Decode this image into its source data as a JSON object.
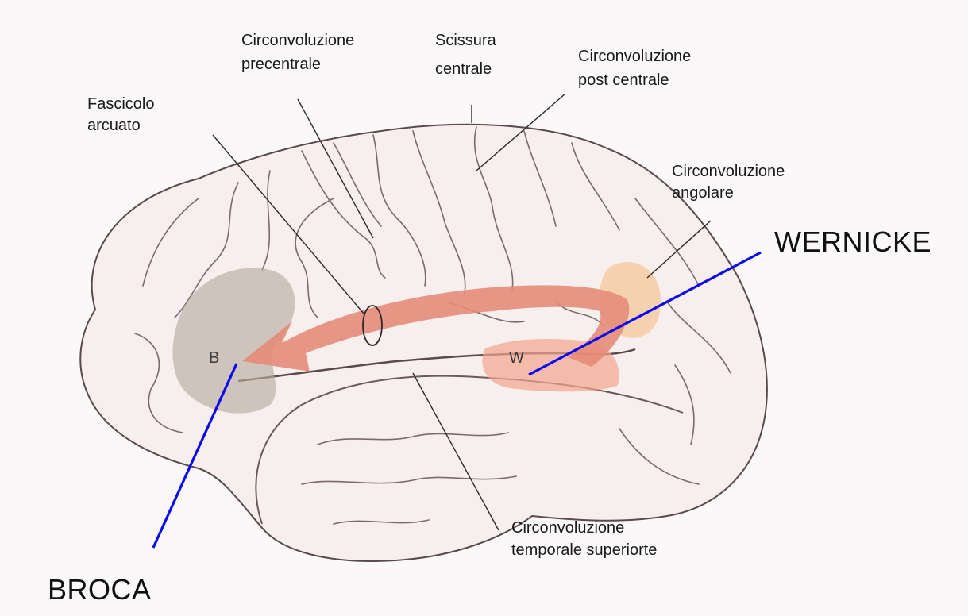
{
  "labels": {
    "precentral_1": "Circonvoluzione",
    "precentral_2": "precentrale",
    "central_1": "Scissura",
    "central_2": "centrale",
    "postcentral_1": "Circonvoluzione",
    "postcentral_2": "post centrale",
    "fascicle_1": "Fascicolo",
    "fascicle_2": "arcuato",
    "angular_1": "Circonvoluzione",
    "angular_2": "angolare",
    "temporal_1": "Circonvoluzione",
    "temporal_2": "temporale superiorte",
    "wernicke": "WERNICKE",
    "broca": "BROCA",
    "area_b": "B",
    "area_w": "W"
  },
  "colors": {
    "background": "#fbf8fa",
    "brain_fill": "#f7eeee",
    "brain_outline": "#5a4a4c",
    "gyri_lines": "#7a6a6c",
    "broca_area": "#b9ad9f",
    "wernicke_area": "#f2a58d",
    "angular_area": "#f6c79a",
    "fascicle_arrow": "#e58a78",
    "pointer_lines": "#0a0af0",
    "leader_lines": "#2a2a2a"
  }
}
